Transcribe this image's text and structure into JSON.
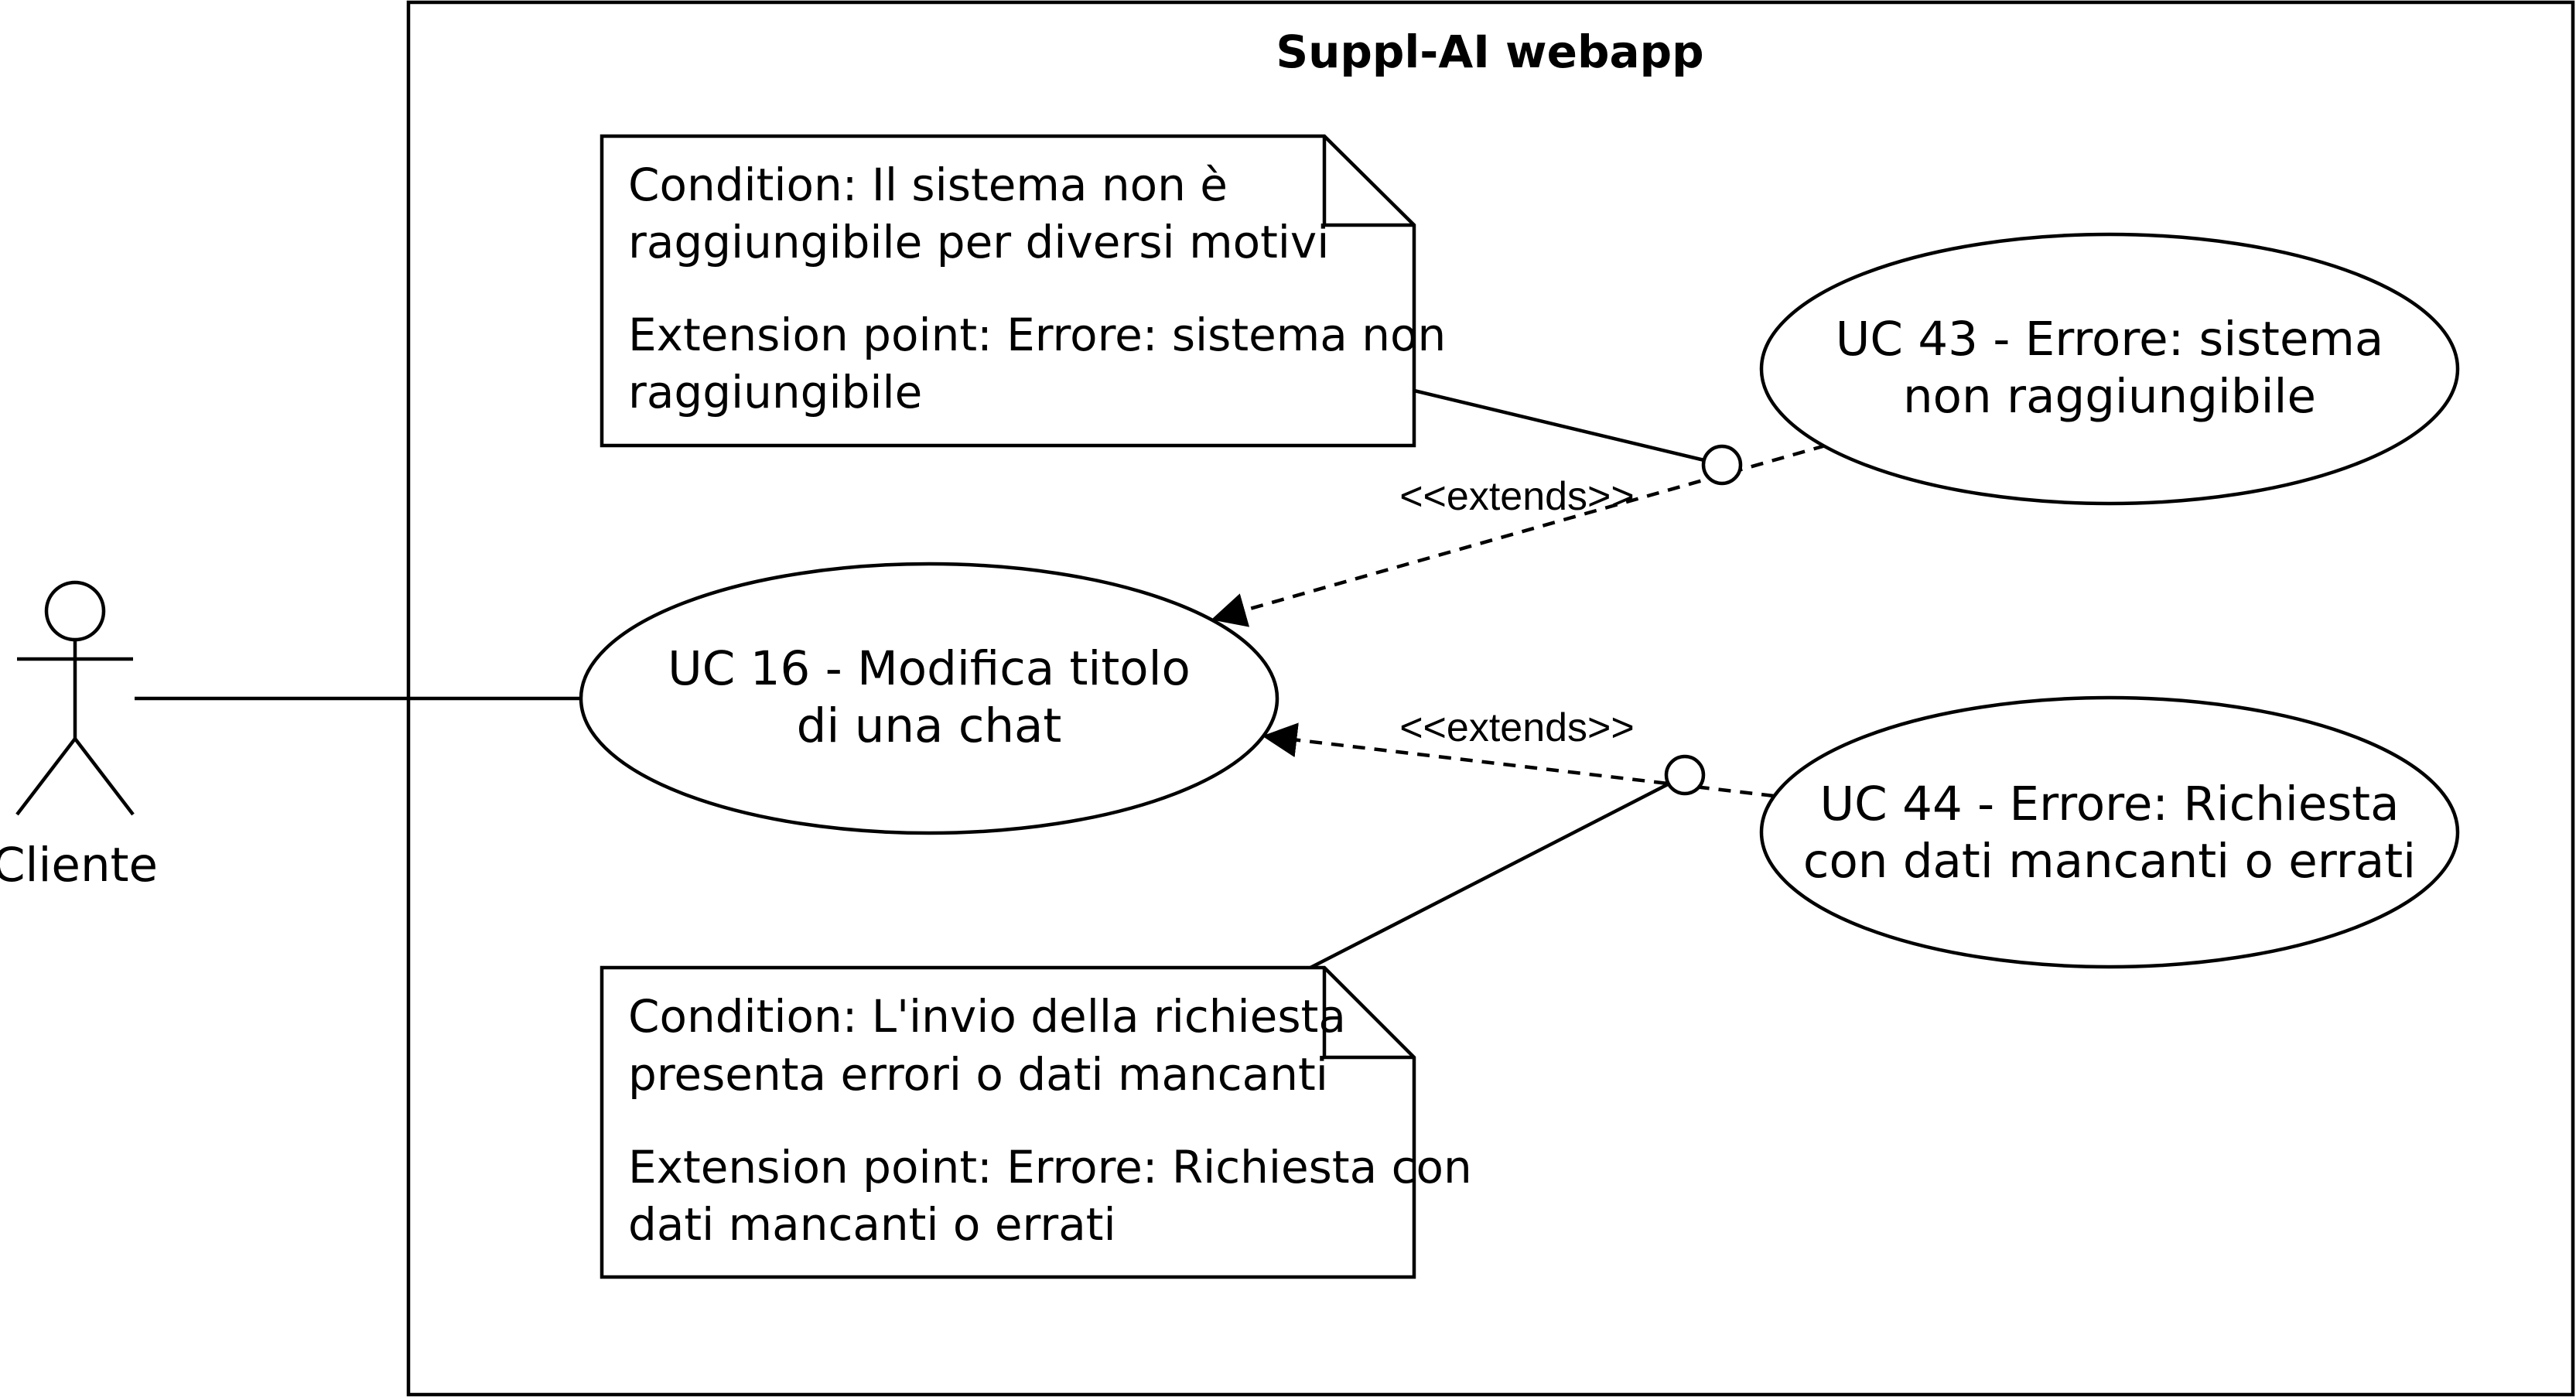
{
  "system": {
    "title": "Suppl-AI webapp"
  },
  "actor": {
    "name": "Cliente"
  },
  "use_cases": [
    {
      "id": "uc16",
      "lines": [
        "UC 16 - Modifica titolo",
        "di una chat"
      ]
    },
    {
      "id": "uc43",
      "lines": [
        "UC 43 - Errore: sistema",
        "non raggiungibile"
      ]
    },
    {
      "id": "uc44",
      "lines": [
        "UC 44 - Errore: Richiesta",
        "con dati mancanti o errati"
      ]
    }
  ],
  "notes": [
    {
      "condition_lines": [
        "Condition: Il sistema non è",
        "raggiungibile per diversi motivi"
      ],
      "extension_lines": [
        "Extension point: Errore: sistema non",
        "raggiungibile"
      ]
    },
    {
      "condition_lines": [
        "Condition: L'invio della richiesta",
        "presenta errori o dati mancanti"
      ],
      "extension_lines": [
        "Extension point: Errore: Richiesta con",
        "dati mancanti o errati"
      ]
    }
  ],
  "relations": [
    {
      "stereotype": "<<extends>>",
      "from": "uc43",
      "to": "uc16"
    },
    {
      "stereotype": "<<extends>>",
      "from": "uc44",
      "to": "uc16"
    }
  ]
}
